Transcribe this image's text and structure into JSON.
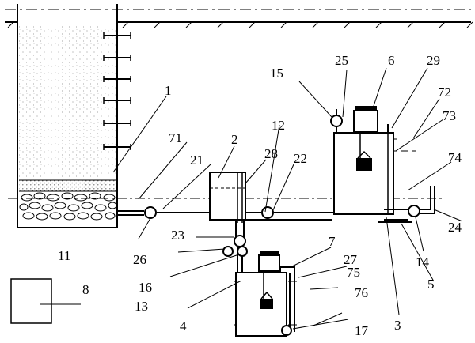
{
  "labels": {
    "l1": "1",
    "l2": "2",
    "l3": "3",
    "l4": "4",
    "l5": "5",
    "l6": "6",
    "l7": "7",
    "l8": "8",
    "l11": "11",
    "l12": "12",
    "l13": "13",
    "l14": "14",
    "l15": "15",
    "l16": "16",
    "l17": "17",
    "l21": "21",
    "l22": "22",
    "l23": "23",
    "l24": "24",
    "l25": "25",
    "l26": "26",
    "l27": "27",
    "l28": "28",
    "l29": "29",
    "l71": "71",
    "l72": "72",
    "l73": "73",
    "l74": "74",
    "l75": "75",
    "l76": "76"
  }
}
